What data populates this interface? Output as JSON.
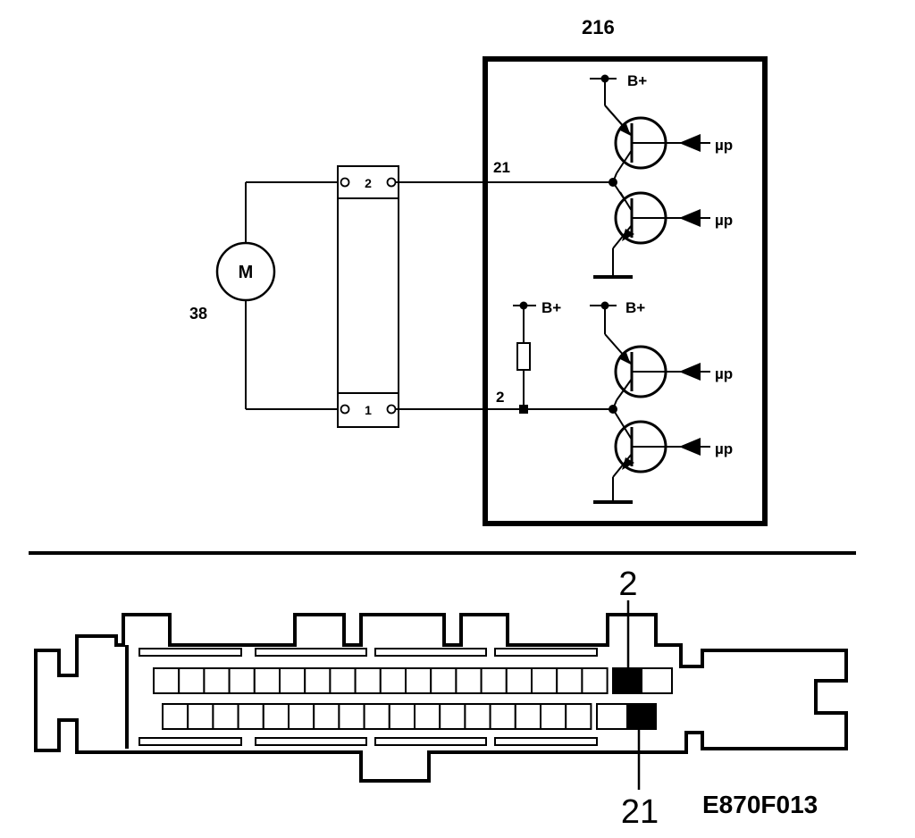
{
  "module_number": "216",
  "motor": {
    "symbol": "M",
    "number": "38"
  },
  "connector_pins": {
    "upper": "2",
    "lower": "1"
  },
  "wire_labels": {
    "upper": "21",
    "lower": "2"
  },
  "supply_label": "B+",
  "control_label": "µp",
  "callouts": {
    "upper": "2",
    "lower": "21"
  },
  "figure_code": "E870F013"
}
